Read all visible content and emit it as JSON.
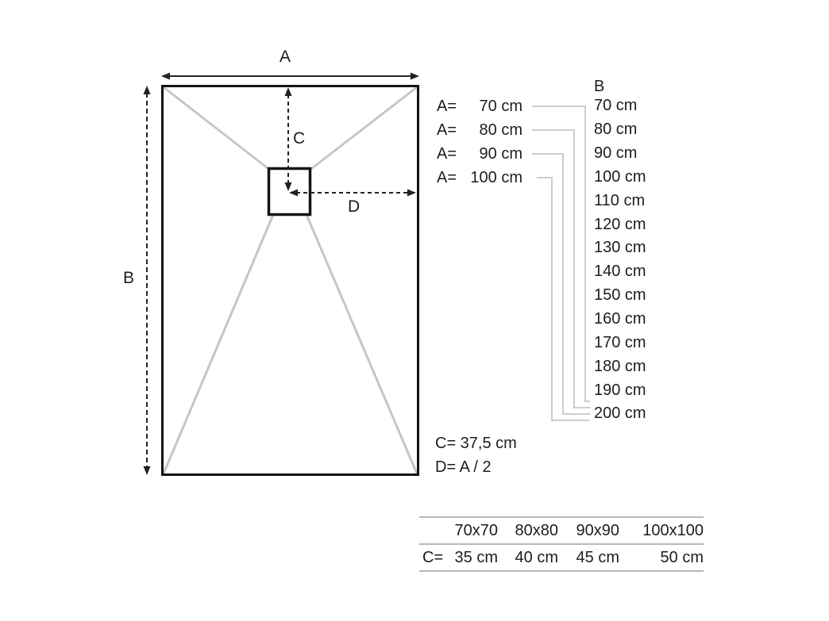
{
  "diagram": {
    "dim_a": "A",
    "dim_b": "B",
    "dim_c": "C",
    "dim_d": "D"
  },
  "a_options": [
    {
      "prefix": "A=",
      "value": "70 cm"
    },
    {
      "prefix": "A=",
      "value": "80 cm"
    },
    {
      "prefix": "A=",
      "value": "90 cm"
    },
    {
      "prefix": "A=",
      "value": "100 cm"
    }
  ],
  "b_column": {
    "header": "B",
    "values": [
      "70 cm",
      "80 cm",
      "90 cm",
      "100 cm",
      "110 cm",
      "120 cm",
      "130 cm",
      "140 cm",
      "150 cm",
      "160 cm",
      "170 cm",
      "180 cm",
      "190 cm",
      "200 cm"
    ]
  },
  "notes": {
    "c_formula": "C= 37,5 cm",
    "d_formula": "D= A / 2"
  },
  "size_table": {
    "sizes": [
      "70x70",
      "80x80",
      "90x90",
      "100x100"
    ],
    "c_label": "C=",
    "c_values": [
      "35 cm",
      "40 cm",
      "45 cm",
      "50 cm"
    ]
  }
}
